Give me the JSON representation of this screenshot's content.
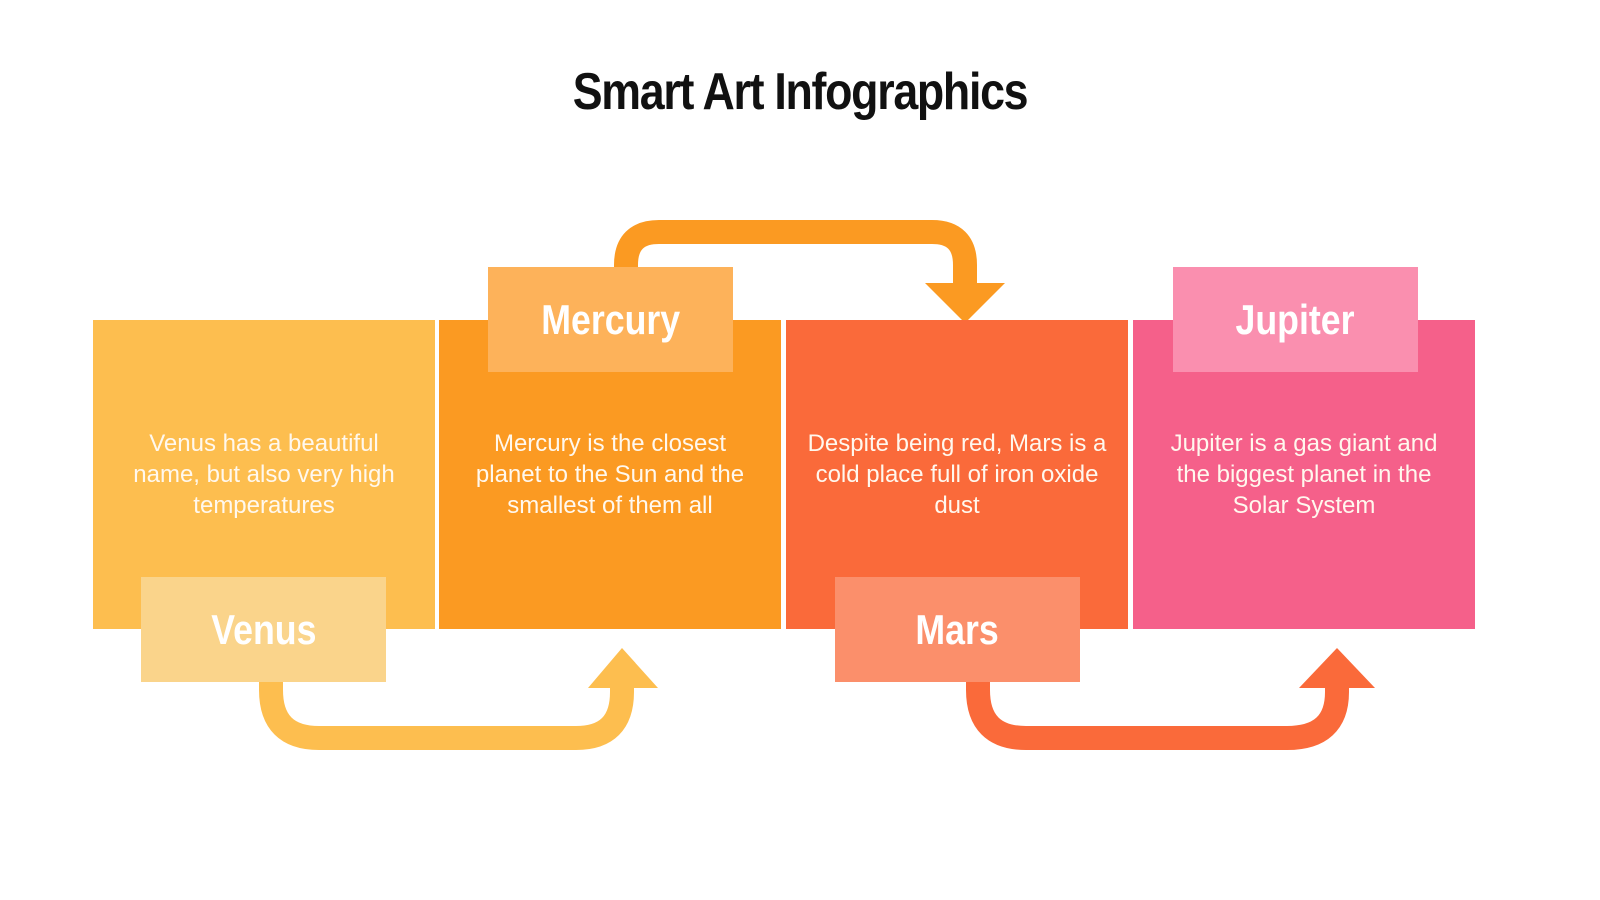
{
  "title": "Smart Art Infographics",
  "colors": {
    "venus": "#FDBE4F",
    "venus_label": "#FAD48B",
    "mercury": "#FB9A22",
    "mercury_label": "#FDB25A",
    "mars": "#FA6A3A",
    "mars_label": "#FB8F6B",
    "jupiter": "#F5608A",
    "jupiter_label": "#FA8FAF"
  },
  "steps": [
    {
      "name": "Venus",
      "description": "Venus has a beautiful name, but also very high temperatures",
      "label_position": "bottom"
    },
    {
      "name": "Mercury",
      "description": "Mercury is the closest planet to the Sun and the smallest of them all",
      "label_position": "top"
    },
    {
      "name": "Mars",
      "description": "Despite being red, Mars is a cold place full of iron oxide dust",
      "label_position": "bottom"
    },
    {
      "name": "Jupiter",
      "description": "Jupiter is a gas giant and the biggest planet in the Solar System",
      "label_position": "top"
    }
  ],
  "connectors": [
    {
      "from": "Venus",
      "to": "Mercury",
      "route": "below"
    },
    {
      "from": "Mercury",
      "to": "Mars",
      "route": "above"
    },
    {
      "from": "Mars",
      "to": "Jupiter",
      "route": "below"
    }
  ]
}
